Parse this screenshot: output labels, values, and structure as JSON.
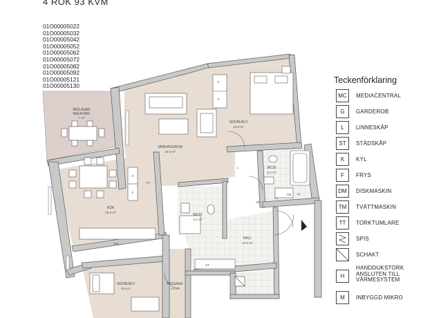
{
  "title": "4 ROK 93 KVM",
  "codes": [
    "01O00005022",
    "01O00005032",
    "01O00005042",
    "01O00005052",
    "01O00005062",
    "01O00005072",
    "01O00005082",
    "01O00005092",
    "01O00005121",
    "01O00005130"
  ],
  "rooms": {
    "balcony": {
      "name1": "INGLASAD",
      "name2": "BALKONG",
      "area": "7 m²"
    },
    "living": {
      "name": "VARDAGSRUM",
      "area": "19.6 m²"
    },
    "bedroom3": {
      "name": "SOVRUM 3",
      "area": "13.5 m²"
    },
    "kitchen": {
      "name": "KÖK",
      "area": "15.5 m²"
    },
    "wc1": {
      "name": "WC/D",
      "area": "5.5 m²"
    },
    "wc2": {
      "name": "WC/D",
      "area": "2.5 m²"
    },
    "hall": {
      "name": "HALL",
      "area": "13.0 m²"
    },
    "bedroom2": {
      "name": "SOVRUM 2",
      "area": "8.5 m²"
    },
    "passage": {
      "name": "PASSAGE",
      "area": "4.5 m²"
    }
  },
  "fixture_labels": {
    "g": "G",
    "l": "L",
    "k": "K",
    "f": "F",
    "tv": "TV",
    "dm": "DM",
    "mc": "MC",
    "ft": "FT",
    "tm": "TM",
    "tt": "TT",
    "st": "ST"
  },
  "legend": {
    "title": "Teckenförklaring",
    "items": [
      {
        "code": "MC",
        "lines": [
          "MEDIACENTRAL"
        ]
      },
      {
        "code": "G",
        "lines": [
          "GARDEROB"
        ]
      },
      {
        "code": "L",
        "lines": [
          "LINNESKÅP"
        ]
      },
      {
        "code": "ST",
        "lines": [
          "STÄDSKÅP"
        ]
      },
      {
        "code": "K",
        "lines": [
          "KYL"
        ]
      },
      {
        "code": "F",
        "lines": [
          "FRYS"
        ]
      },
      {
        "code": "DM",
        "lines": [
          "DISKMASKIN"
        ]
      },
      {
        "code": "TM",
        "lines": [
          "TVÄTTMASKIN"
        ]
      },
      {
        "code": "TT",
        "lines": [
          "TORKTUMLARE"
        ]
      },
      {
        "code": "",
        "icon": "stove-icon",
        "lines": [
          "SPIS"
        ]
      },
      {
        "code": "",
        "icon": "shaft-icon",
        "lines": [
          "SCHAKT"
        ]
      },
      {
        "code": "H",
        "lines": [
          "HANDDUKSTORK",
          "ANSLUTEN TILL",
          "VÄRMESYSTEM"
        ]
      },
      {
        "code": "M",
        "lines": [
          "INBYGGD MIKRO"
        ]
      }
    ]
  },
  "colors": {
    "floor": "#e8ddd2",
    "balcony": "#ddd0cc",
    "wall": "#c9c9c9",
    "wallEdge": "#555555",
    "legendBorder": "#444444"
  }
}
